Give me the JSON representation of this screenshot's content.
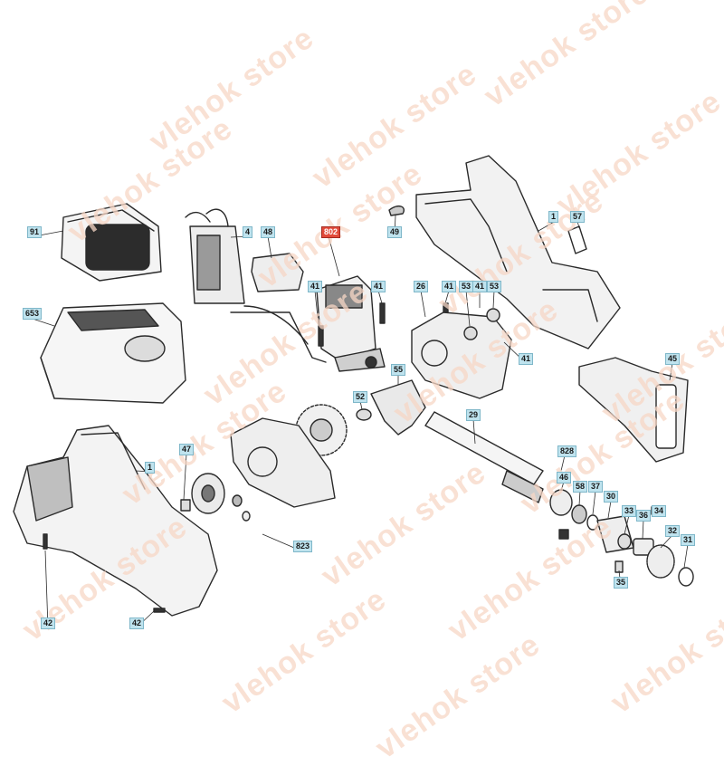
{
  "watermark": "vlehok store",
  "colors": {
    "line": "#2a2a2a",
    "callout_bg": "#bfe3ee",
    "highlight": "#e24a3a",
    "watermark": "#f7d7c6"
  },
  "callouts": [
    {
      "id": "91",
      "label": "91"
    },
    {
      "id": "653",
      "label": "653"
    },
    {
      "id": "4",
      "label": "4"
    },
    {
      "id": "48",
      "label": "48"
    },
    {
      "id": "802",
      "label": "802",
      "highlight": true
    },
    {
      "id": "49",
      "label": "49"
    },
    {
      "id": "1a",
      "label": "1"
    },
    {
      "id": "57",
      "label": "57"
    },
    {
      "id": "41a",
      "label": "41"
    },
    {
      "id": "41b",
      "label": "41"
    },
    {
      "id": "26",
      "label": "26"
    },
    {
      "id": "41c",
      "label": "41"
    },
    {
      "id": "53a",
      "label": "53"
    },
    {
      "id": "41d",
      "label": "41"
    },
    {
      "id": "53b",
      "label": "53"
    },
    {
      "id": "41e",
      "label": "41"
    },
    {
      "id": "55",
      "label": "55"
    },
    {
      "id": "45",
      "label": "45"
    },
    {
      "id": "52",
      "label": "52"
    },
    {
      "id": "29",
      "label": "29"
    },
    {
      "id": "47",
      "label": "47"
    },
    {
      "id": "1b",
      "label": "1"
    },
    {
      "id": "828",
      "label": "828"
    },
    {
      "id": "46",
      "label": "46"
    },
    {
      "id": "58",
      "label": "58"
    },
    {
      "id": "37",
      "label": "37"
    },
    {
      "id": "30",
      "label": "30"
    },
    {
      "id": "33",
      "label": "33"
    },
    {
      "id": "34",
      "label": "34"
    },
    {
      "id": "36",
      "label": "36"
    },
    {
      "id": "32",
      "label": "32"
    },
    {
      "id": "31",
      "label": "31"
    },
    {
      "id": "35",
      "label": "35"
    },
    {
      "id": "823",
      "label": "823"
    },
    {
      "id": "42a",
      "label": "42"
    },
    {
      "id": "42b",
      "label": "42"
    }
  ]
}
